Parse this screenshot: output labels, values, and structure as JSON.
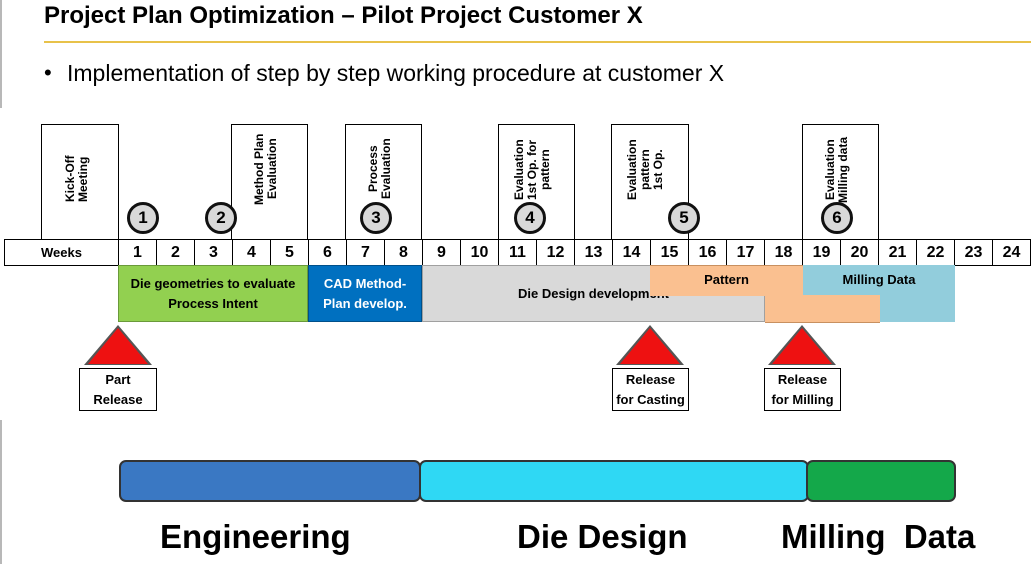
{
  "title": "Project Plan Optimization – Pilot Project Customer X",
  "bullet": "Implementation of step by step working procedure at customer X",
  "milestone_boxes": [
    {
      "text": "Kick-Off\nMeeting"
    },
    {
      "text": "Method Plan\nEvaluation"
    },
    {
      "text": "Process\nEvaluation"
    },
    {
      "text": "Evaluation\n1st Op. for\npattern"
    },
    {
      "text": "Evaluation\npattern\n1st Op."
    },
    {
      "text": "Evaluation\nMilling data"
    }
  ],
  "circles": [
    "1",
    "2",
    "3",
    "4",
    "5",
    "6"
  ],
  "weeks_label": "Weeks",
  "weeks": [
    "1",
    "2",
    "3",
    "4",
    "5",
    "6",
    "7",
    "8",
    "9",
    "10",
    "11",
    "12",
    "13",
    "14",
    "15",
    "16",
    "17",
    "18",
    "19",
    "20",
    "21",
    "22",
    "23",
    "24"
  ],
  "bars": [
    {
      "text": "Die geometries to evaluate\nProcess Intent",
      "color": "#92d050"
    },
    {
      "text": "CAD Method-\nPlan develop.",
      "color": "#0070c0"
    },
    {
      "text": "Die Design development",
      "color": "#d9d9d9"
    },
    {
      "text": "Pattern",
      "color": "#fac090"
    },
    {
      "text": "Milling Data",
      "color": "#92cddc"
    }
  ],
  "releases": [
    {
      "text": "Part\nRelease"
    },
    {
      "text": "Release\nfor Casting"
    },
    {
      "text": "Release\nfor Milling"
    }
  ],
  "phases": [
    {
      "label": "Engineering",
      "color": "#3a78c3"
    },
    {
      "label": "Die Design",
      "color": "#2fd8f4"
    },
    {
      "label": "Milling  Data",
      "color": "#14a84a"
    }
  ]
}
